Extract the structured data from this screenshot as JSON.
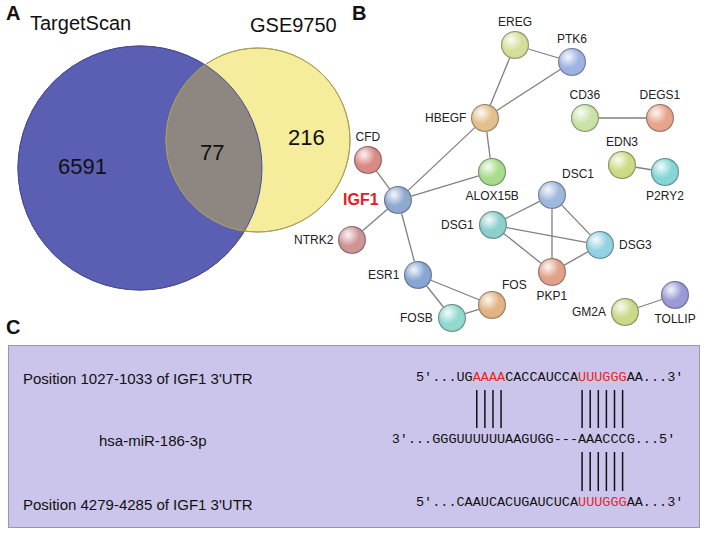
{
  "diagram": {
    "nodes": [
      {
        "text": [
          "TargetScan",
          "6591"
        ]
      },
      {
        "text": [
          "GSE9750",
          "216"
        ]
      },
      {
        "text": [
          "EREG"
        ]
      },
      {
        "text": [
          "PTK6"
        ]
      },
      {
        "text": [
          "HBEGF"
        ]
      },
      {
        "text": [
          "CD36"
        ]
      },
      {
        "text": [
          "DEGS1"
        ]
      },
      {
        "text": [
          "CFD"
        ]
      },
      {
        "text": [
          "IGF1"
        ]
      },
      {
        "text": [
          "ALOX15B"
        ]
      },
      {
        "text": [
          "EDN3"
        ]
      },
      {
        "text": [
          "P2RY2"
        ]
      },
      {
        "text": [
          "NTRK2"
        ]
      },
      {
        "text": [
          "DSC1"
        ]
      },
      {
        "text": [
          "DSG1"
        ]
      },
      {
        "text": [
          "DSG3"
        ]
      },
      {
        "text": [
          "PKP1"
        ]
      },
      {
        "text": [
          "ESR1"
        ]
      },
      {
        "text": [
          "FOS"
        ]
      },
      {
        "text": [
          "FOSB"
        ]
      },
      {
        "text": [
          "GM2A"
        ]
      },
      {
        "text": [
          "TOLLIP"
        ]
      },
      {
        "text": [
          "Position 1027-1033 of IGF1 3'UTR",
          "hsa-miR-186-3p",
          "Position 4279-4285 of IGF1 3'UTR"
        ]
      }
    ],
    "edges": [
      {
        "from": 2,
        "to": 3,
        "arrow": "none"
      },
      {
        "from": 2,
        "to": 4,
        "arrow": "none"
      },
      {
        "from": 3,
        "to": 4,
        "arrow": "none"
      },
      {
        "from": 4,
        "to": 8,
        "arrow": "none"
      },
      {
        "from": 4,
        "to": 9,
        "arrow": "none"
      },
      {
        "from": 5,
        "to": 6,
        "arrow": "none"
      },
      {
        "from": 7,
        "to": 8,
        "arrow": "none"
      },
      {
        "from": 8,
        "to": 9,
        "arrow": "none"
      },
      {
        "from": 8,
        "to": 12,
        "arrow": "none"
      },
      {
        "from": 8,
        "to": 17,
        "arrow": "none"
      },
      {
        "from": 10,
        "to": 11,
        "arrow": "none"
      },
      {
        "from": 13,
        "to": 14,
        "arrow": "none"
      },
      {
        "from": 13,
        "to": 15,
        "arrow": "none"
      },
      {
        "from": 13,
        "to": 16,
        "arrow": "none"
      },
      {
        "from": 14,
        "to": 15,
        "arrow": "none"
      },
      {
        "from": 14,
        "to": 16,
        "arrow": "none"
      },
      {
        "from": 15,
        "to": 16,
        "arrow": "none"
      },
      {
        "from": 17,
        "to": 18,
        "arrow": "none"
      },
      {
        "from": 17,
        "to": 19,
        "arrow": "none"
      },
      {
        "from": 18,
        "to": 19,
        "arrow": "none"
      },
      {
        "from": 20,
        "to": 21,
        "arrow": "none"
      }
    ],
    "labels": [
      "A",
      "B",
      "C",
      "77",
      "5'...UG",
      "AAAA",
      "CACCAUCCA",
      "UUUGGG",
      "AA...3'",
      "3'...GGGUUUUUUAAGUGG---AAACCCG...5'",
      "5'...CAAUCACUGAUCUCA",
      "UUUGGG",
      "AA...3'"
    ]
  }
}
